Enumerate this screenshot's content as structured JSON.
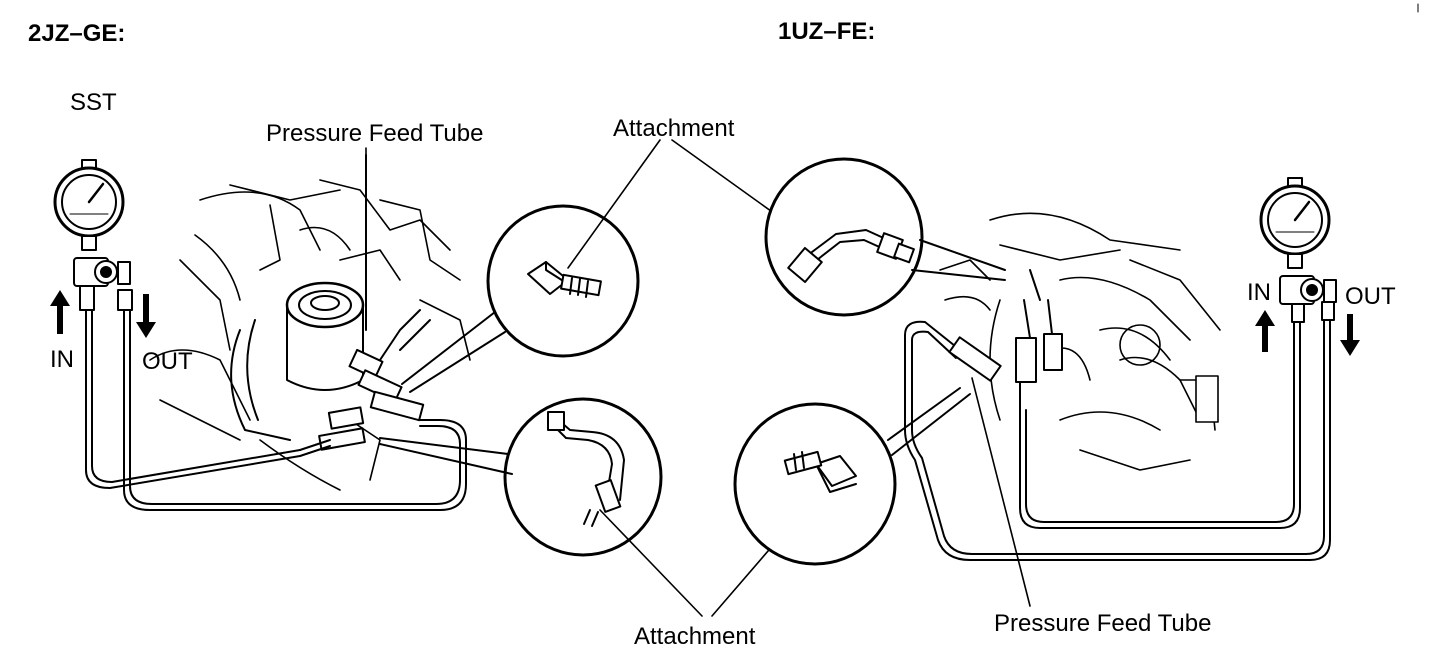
{
  "sections": {
    "left": {
      "title": "2JZ–GE:"
    },
    "right": {
      "title": "1UZ–FE:"
    }
  },
  "labels": {
    "sst": "SST",
    "pressure_feed_tube_left": "Pressure Feed Tube",
    "attachment_top": "Attachment",
    "attachment_bottom": "Attachment",
    "pressure_feed_tube_right": "Pressure Feed Tube",
    "in_left": "IN",
    "out_left": "OUT",
    "in_right": "IN",
    "out_right": "OUT"
  },
  "colors": {
    "ink": "#000000",
    "paper": "#ffffff"
  }
}
